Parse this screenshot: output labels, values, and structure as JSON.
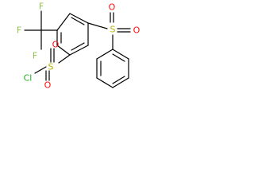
{
  "molecule": {
    "atoms": {
      "F_top": "F",
      "F_left": "F",
      "F_bottom": "F",
      "S_sulfonyl_chloride": "S",
      "O_sc_top": "O",
      "O_sc_bottom": "O",
      "Cl": "Cl",
      "S_sulfone": "S",
      "O_sulfone_left": "O",
      "O_sulfone_right": "O"
    },
    "colors": {
      "bond": "#000000",
      "fluorine": "#90c050",
      "sulfur": "#b4b400",
      "oxygen": "#ff0d0d",
      "chlorine": "#1fb01f"
    }
  }
}
